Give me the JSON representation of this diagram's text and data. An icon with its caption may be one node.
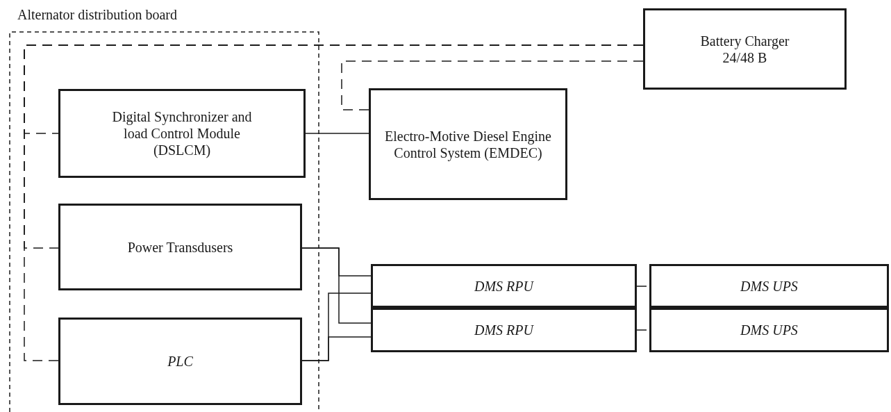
{
  "diagram": {
    "nodes": [
      {
        "text": [
          "Alternator distribution board"
        ]
      },
      {
        "text": [
          "Digital Synchronizer and load Control Module (DSLCM)"
        ],
        "in": 0
      },
      {
        "text": [
          "Power Transdusers"
        ],
        "in": 0
      },
      {
        "text": [
          "PLC"
        ],
        "in": 0
      },
      {
        "text": [
          "Electro-Motive Diesel Engine Control System (EMDEC)"
        ]
      },
      {
        "text": [
          "Battery Charger 24/48 B"
        ]
      },
      {
        "text": [
          "DMS RPU"
        ]
      },
      {
        "text": [
          "DMS RPU"
        ]
      },
      {
        "text": [
          "DMS UPS"
        ]
      },
      {
        "text": [
          "DMS UPS"
        ]
      }
    ],
    "edges": [
      {
        "from": 5,
        "to": 1,
        "arrow": "none",
        "style": "dashed"
      },
      {
        "from": 5,
        "to": 2,
        "arrow": "none",
        "style": "dashed"
      },
      {
        "from": 5,
        "to": 3,
        "arrow": "none",
        "style": "dashed"
      },
      {
        "from": 5,
        "to": 4,
        "arrow": "none",
        "style": "dashed"
      },
      {
        "from": 1,
        "to": 4,
        "arrow": "none"
      },
      {
        "from": 2,
        "to": 6,
        "arrow": "none"
      },
      {
        "from": 2,
        "to": 7,
        "arrow": "none"
      },
      {
        "from": 3,
        "to": 6,
        "arrow": "none"
      },
      {
        "from": 3,
        "to": 7,
        "arrow": "none"
      },
      {
        "from": 6,
        "to": 8,
        "arrow": "none",
        "style": "dashed"
      },
      {
        "from": 7,
        "to": 9,
        "arrow": "none",
        "style": "dashed"
      }
    ]
  }
}
